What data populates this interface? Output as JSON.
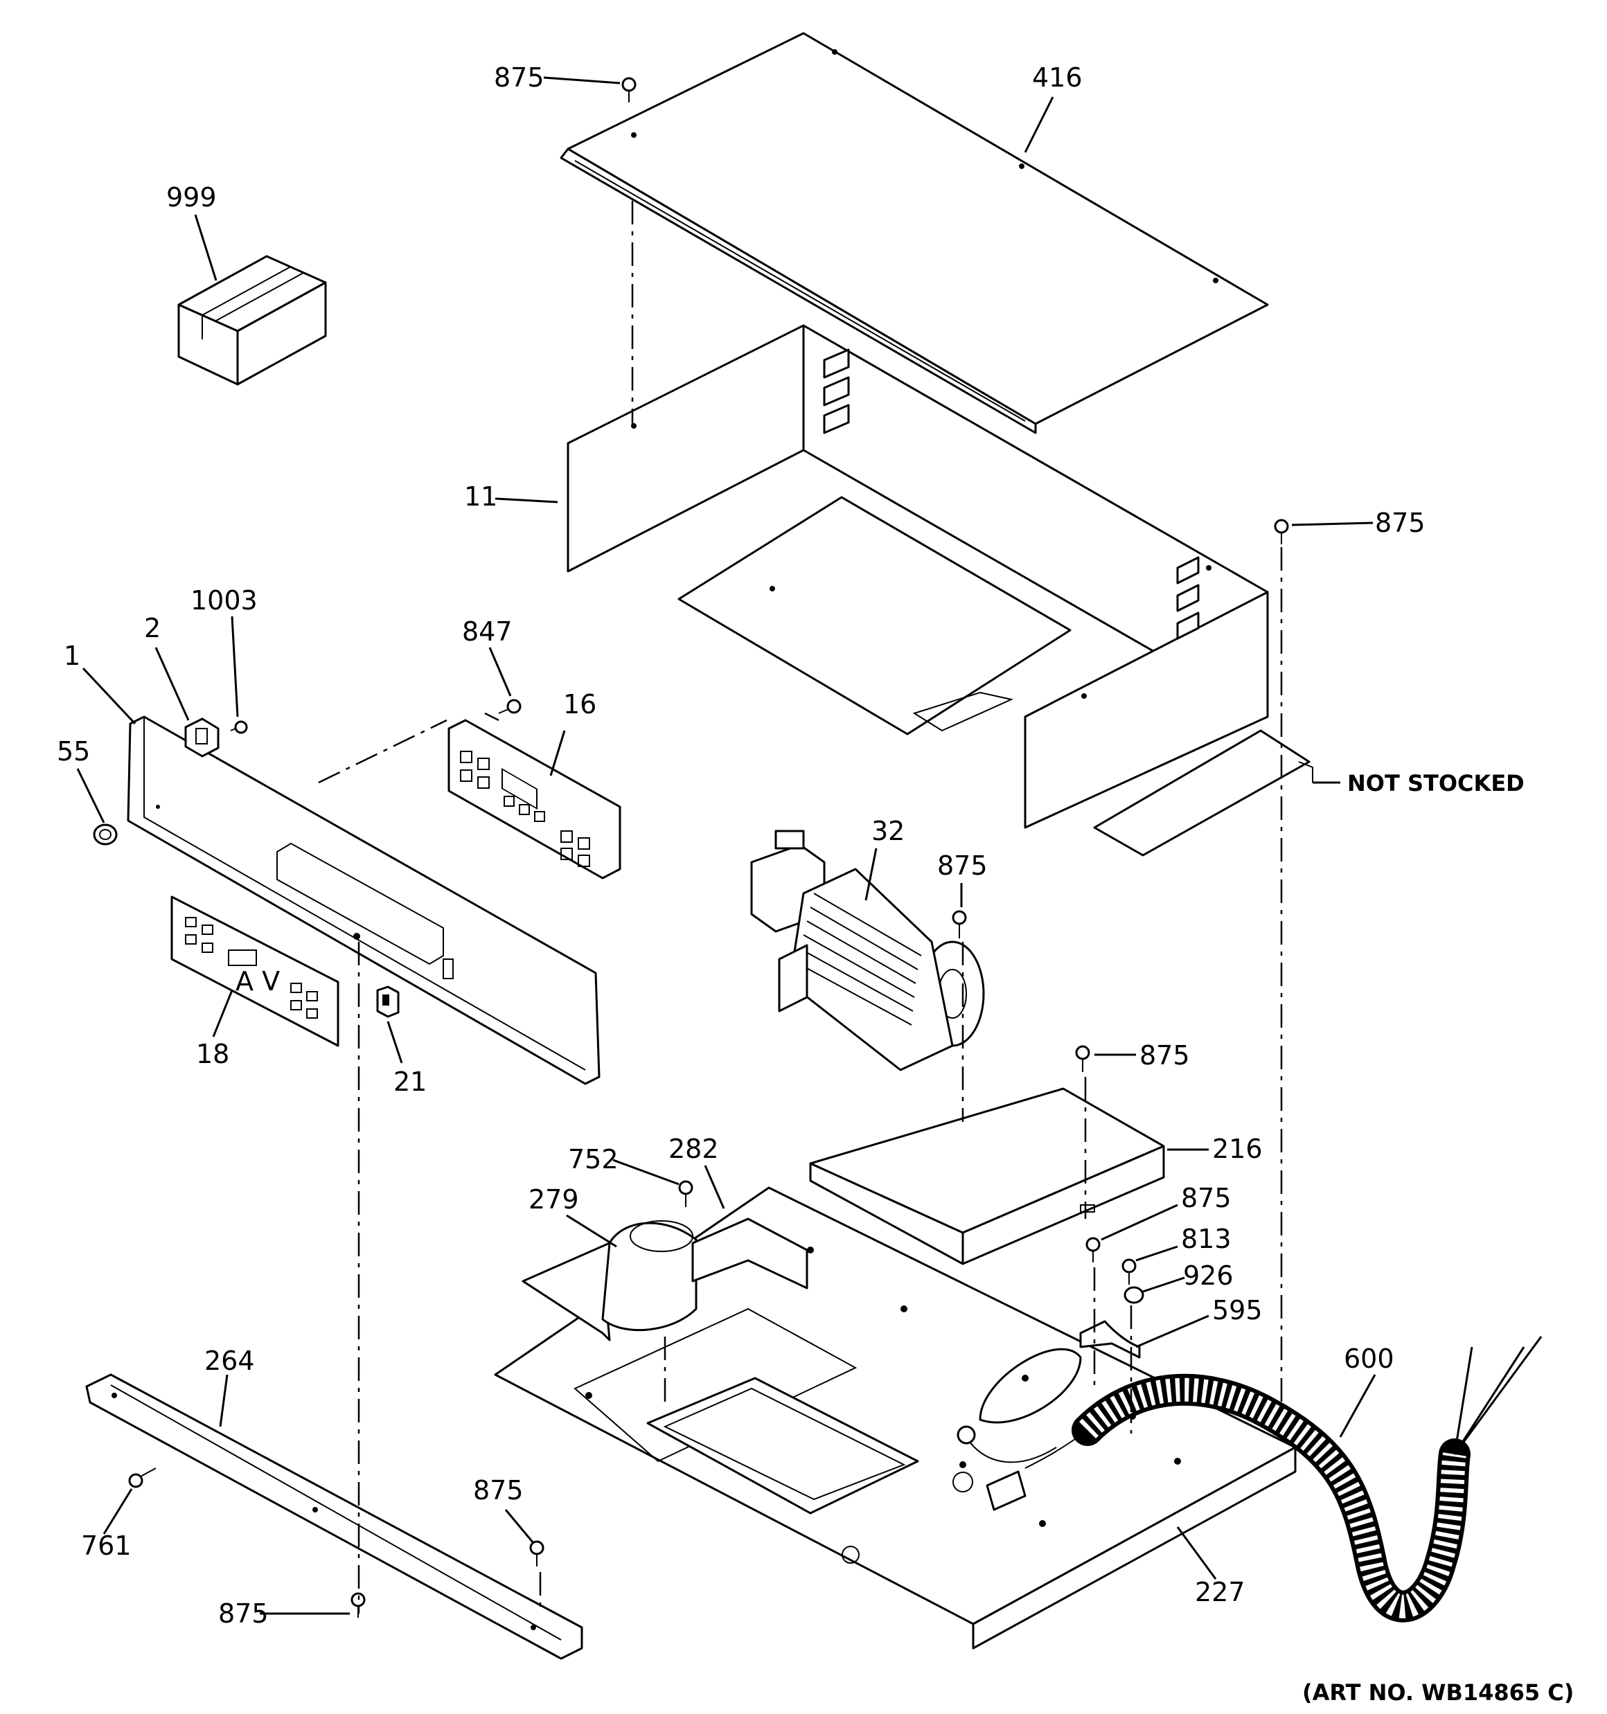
{
  "diagram": {
    "callouts": [
      {
        "id": "c875a",
        "text": "875"
      },
      {
        "id": "c416",
        "text": "416"
      },
      {
        "id": "c999",
        "text": "999"
      },
      {
        "id": "c11",
        "text": "11"
      },
      {
        "id": "c875b",
        "text": "875"
      },
      {
        "id": "c1003",
        "text": "1003"
      },
      {
        "id": "c2",
        "text": "2"
      },
      {
        "id": "c847",
        "text": "847"
      },
      {
        "id": "c1",
        "text": "1"
      },
      {
        "id": "c16",
        "text": "16"
      },
      {
        "id": "c55",
        "text": "55"
      },
      {
        "id": "c32",
        "text": "32"
      },
      {
        "id": "c875c",
        "text": "875"
      },
      {
        "id": "c18",
        "text": "18"
      },
      {
        "id": "c21",
        "text": "21"
      },
      {
        "id": "c875d",
        "text": "875"
      },
      {
        "id": "c216",
        "text": "216"
      },
      {
        "id": "c752",
        "text": "752"
      },
      {
        "id": "c282",
        "text": "282"
      },
      {
        "id": "c279",
        "text": "279"
      },
      {
        "id": "c875e",
        "text": "875"
      },
      {
        "id": "c813",
        "text": "813"
      },
      {
        "id": "c926",
        "text": "926"
      },
      {
        "id": "c595",
        "text": "595"
      },
      {
        "id": "c600",
        "text": "600"
      },
      {
        "id": "c264",
        "text": "264"
      },
      {
        "id": "c875f",
        "text": "875"
      },
      {
        "id": "c761",
        "text": "761"
      },
      {
        "id": "c227",
        "text": "227"
      },
      {
        "id": "c875g",
        "text": "875"
      }
    ],
    "not_stocked": "NOT STOCKED",
    "art_number": "(ART NO. WB14865 C)"
  }
}
